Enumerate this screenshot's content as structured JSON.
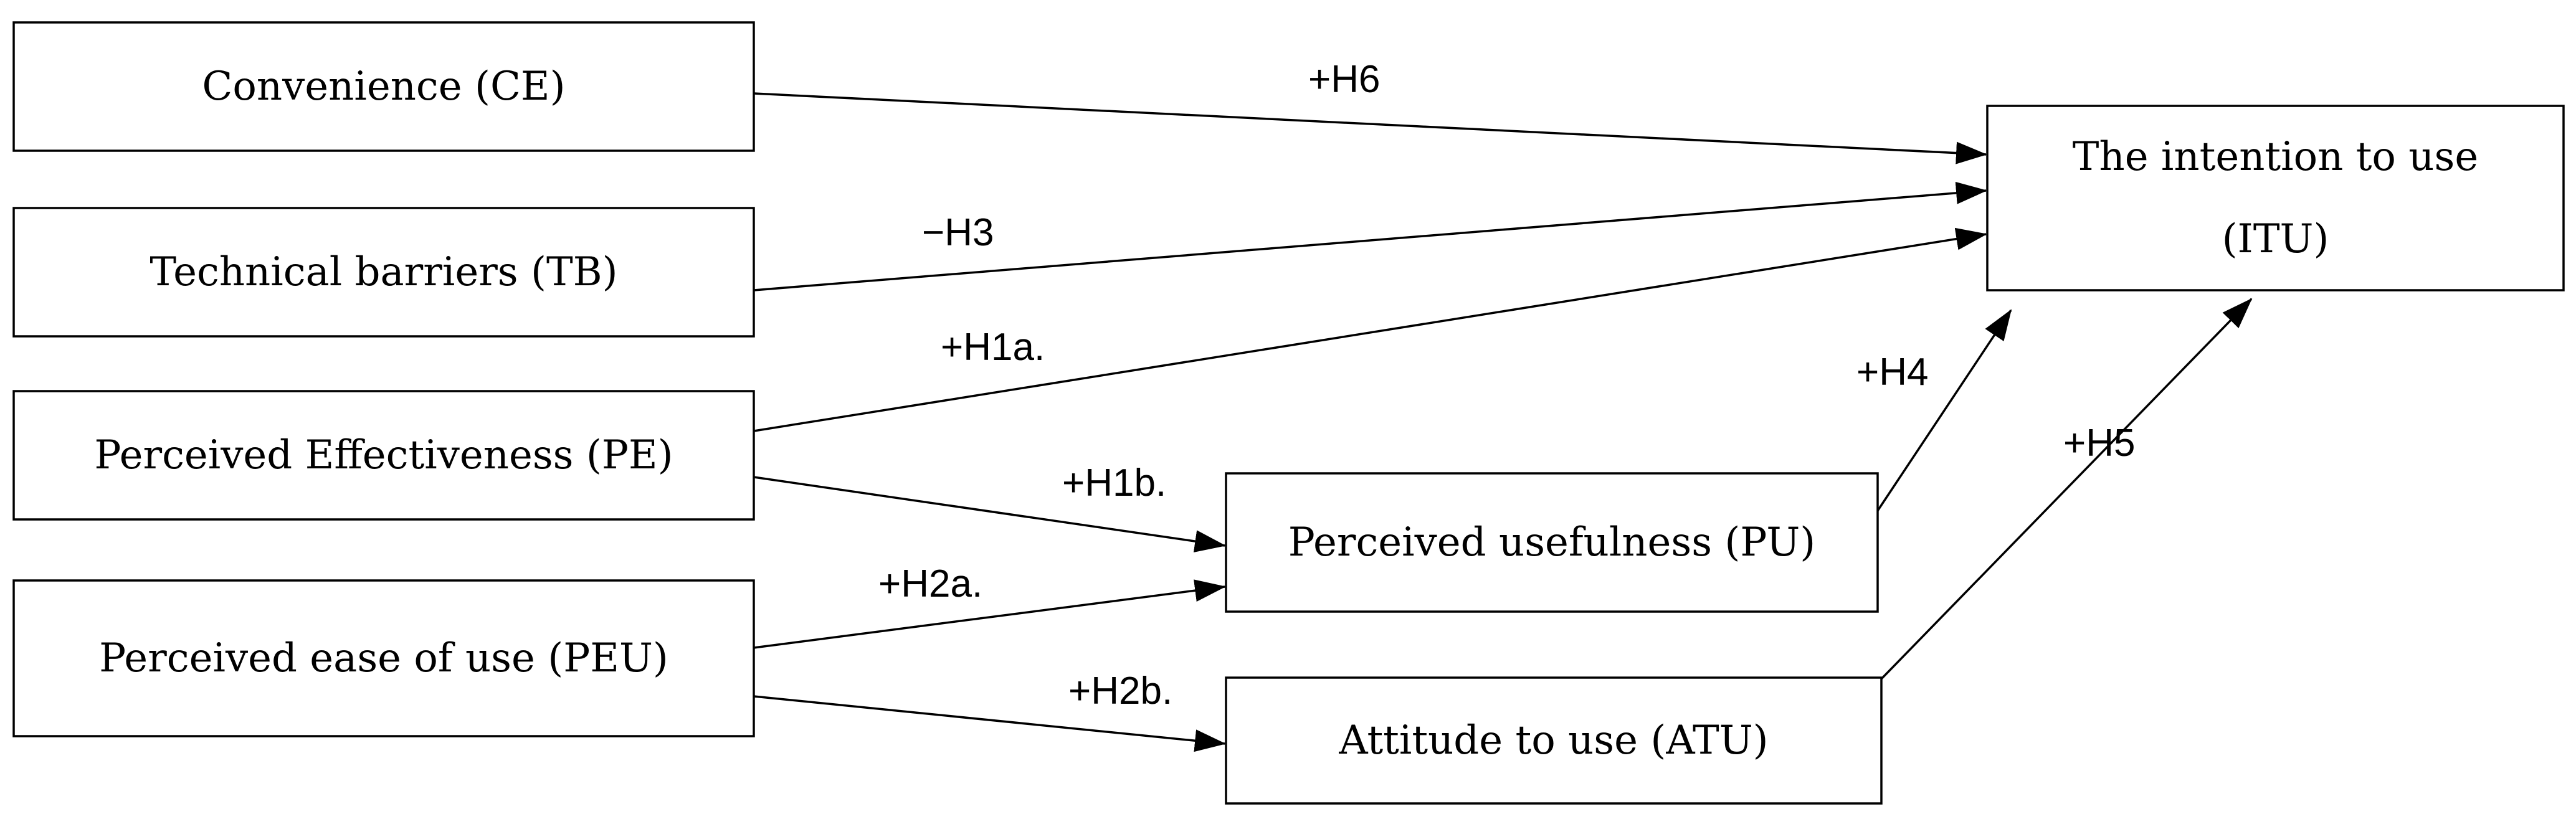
{
  "diagram": {
    "nodes": [
      {
        "id": "ce",
        "lines": [
          "Convenience (CE)"
        ]
      },
      {
        "id": "tb",
        "lines": [
          "Technical barriers (TB)"
        ]
      },
      {
        "id": "pe",
        "lines": [
          "Perceived Effectiveness (PE)"
        ]
      },
      {
        "id": "peu",
        "lines": [
          "Perceived ease of use (PEU)"
        ]
      },
      {
        "id": "pu",
        "lines": [
          "Perceived usefulness (PU)"
        ]
      },
      {
        "id": "atu",
        "lines": [
          "Attitude to use (ATU)"
        ]
      },
      {
        "id": "itu",
        "lines": [
          "The intention to use",
          "(ITU)"
        ]
      }
    ],
    "edges": [
      {
        "id": "h6",
        "from": "ce",
        "to": "itu",
        "label": "+H6"
      },
      {
        "id": "h3",
        "from": "tb",
        "to": "itu",
        "label": "−H3"
      },
      {
        "id": "h1a",
        "from": "pe",
        "to": "itu",
        "label": "+H1a."
      },
      {
        "id": "h1b",
        "from": "pe",
        "to": "pu",
        "label": "+H1b."
      },
      {
        "id": "h2a",
        "from": "peu",
        "to": "pu",
        "label": "+H2a."
      },
      {
        "id": "h2b",
        "from": "peu",
        "to": "atu",
        "label": "+H2b."
      },
      {
        "id": "h4",
        "from": "pu",
        "to": "itu",
        "label": "+H4"
      },
      {
        "id": "h5",
        "from": "atu",
        "to": "itu",
        "label": "+H5"
      }
    ]
  }
}
